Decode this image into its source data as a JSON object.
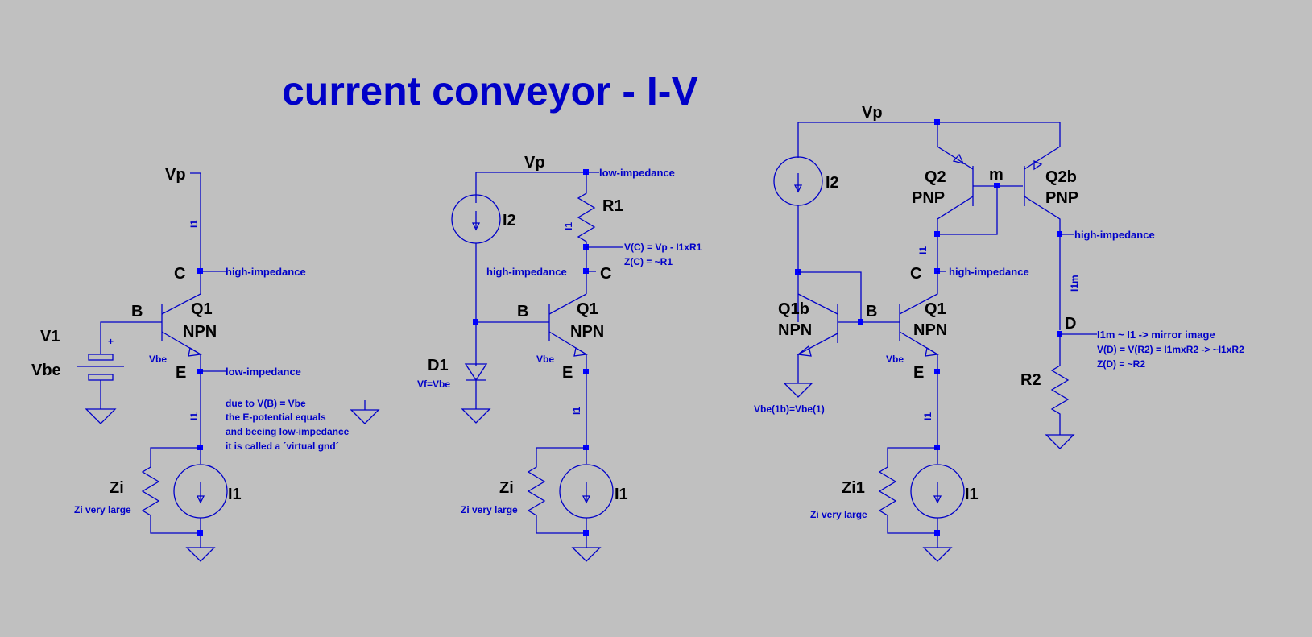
{
  "title": "current conveyor - I-V",
  "colors": {
    "background": "#c0c0c0",
    "wire": "#0000c8",
    "text": "#000000",
    "label": "#0000c8"
  },
  "circuit1": {
    "vp": "Vp",
    "i1_top": "I1",
    "c": "C",
    "c_note": "high-impedance",
    "b": "B",
    "q1": "Q1",
    "q1_type": "NPN",
    "v1": "V1",
    "vbe": "Vbe",
    "vbe_small": "Vbe",
    "plus": "+",
    "e": "E",
    "e_note": "low-impedance",
    "i1_bottom": "I1",
    "note1": "due to V(B) = Vbe",
    "note2": "the E-potential equals",
    "note3": "and beeing low-impedance",
    "note4": "it is called a ´virtual gnd´",
    "zi": "Zi",
    "zi_note": "Zi very large",
    "i1_src": "I1"
  },
  "circuit2": {
    "vp": "Vp",
    "vp_note": "low-impedance",
    "r1": "R1",
    "i1_top": "I1",
    "i2": "I2",
    "vc_note": "V(C) = Vp - I1xR1",
    "zc_note": "Z(C) = ~R1",
    "hi_note": "high-impedance",
    "c": "C",
    "b": "B",
    "q1": "Q1",
    "q1_type": "NPN",
    "d1": "D1",
    "vf": "Vf=Vbe",
    "vbe_small": "Vbe",
    "e": "E",
    "i1_bottom": "I1",
    "zi": "Zi",
    "zi_note": "Zi very large",
    "i1_src": "I1"
  },
  "circuit3": {
    "vp": "Vp",
    "i2": "I2",
    "q2": "Q2",
    "q2_type": "PNP",
    "m": "m",
    "q2b": "Q2b",
    "q2b_type": "PNP",
    "hi_right": "high-impedance",
    "i1_top": "I1",
    "c": "C",
    "c_note": "high-impedance",
    "i1m": "I1m",
    "q1b": "Q1b",
    "q1b_type": "NPN",
    "b": "B",
    "q1": "Q1",
    "q1_type": "NPN",
    "d": "D",
    "d_note1": "I1m ~ I1 -> mirror image",
    "d_note2": "V(D) = V(R2) =  I1mxR2 -> ~I1xR2",
    "d_note3": "Z(D) = ~R2",
    "vbe_small": "Vbe",
    "vbe1b": "Vbe(1b)=Vbe(1)",
    "e": "E",
    "r2": "R2",
    "i1_bottom": "I1",
    "zi1": "Zi1",
    "zi_note": "Zi very large",
    "i1_src": "I1"
  }
}
